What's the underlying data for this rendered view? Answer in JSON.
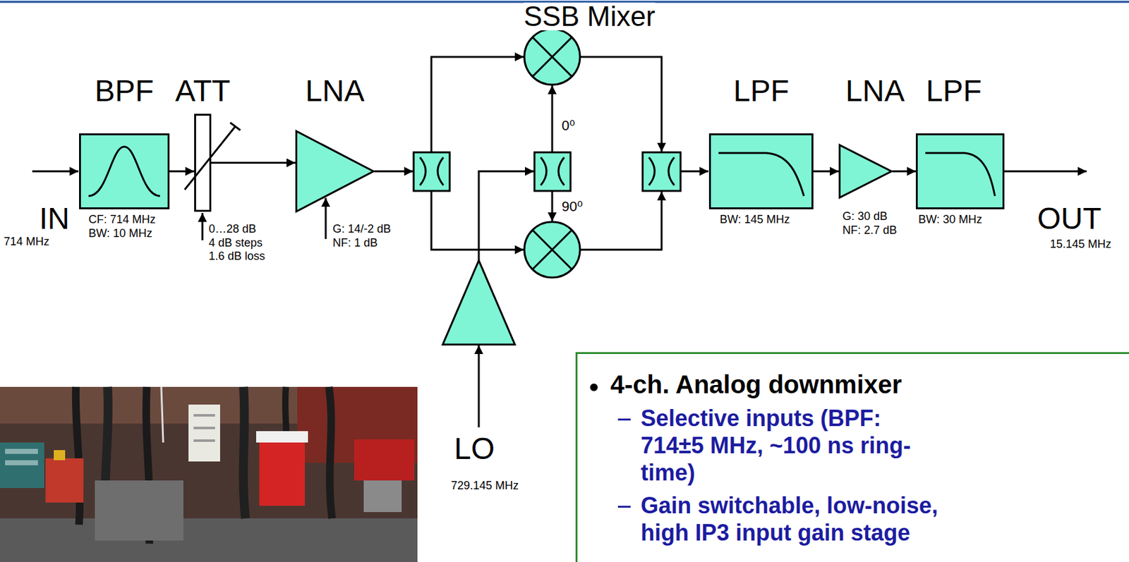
{
  "diagram": {
    "nodes": [
      {
        "text": [
          "BPF",
          "CF: 714 MHz BW: 10 MHz"
        ]
      },
      {
        "text": [
          "ATT",
          "0…28 dB 4 dB steps 1.6 dB loss"
        ]
      },
      {
        "text": [
          "LNA",
          "G: 14/-2 dB NF: 1 dB"
        ]
      },
      {
        "text": [
          "LPF",
          "BW: 145 MHz"
        ]
      },
      {
        "text": [
          "LNA",
          "G: 30 dB NF: 2.7 dB"
        ]
      },
      {
        "text": [
          "LPF",
          "BW: 30 MHz"
        ]
      },
      {
        "text": [
          "4-ch. Analog downmixer",
          "Selective inputs (BPF: 714±5 MHz, ~100 ns ring-time)",
          "Gain switchable, low-noise, high IP3 input gain stage"
        ]
      }
    ],
    "edges": [
      {
        "from": 0,
        "to": 1,
        "arrow": "to"
      },
      {
        "from": 1,
        "to": 2,
        "arrow": "to"
      },
      {
        "from": 3,
        "to": 4,
        "arrow": "to"
      },
      {
        "from": 4,
        "to": 5,
        "arrow": "to"
      }
    ],
    "labels": [
      "SSB Mixer",
      "IN",
      "714 MHz",
      "0⁰",
      "90⁰",
      "LO",
      "729.145 MHz",
      "OUT",
      "15.145 MHz"
    ]
  }
}
